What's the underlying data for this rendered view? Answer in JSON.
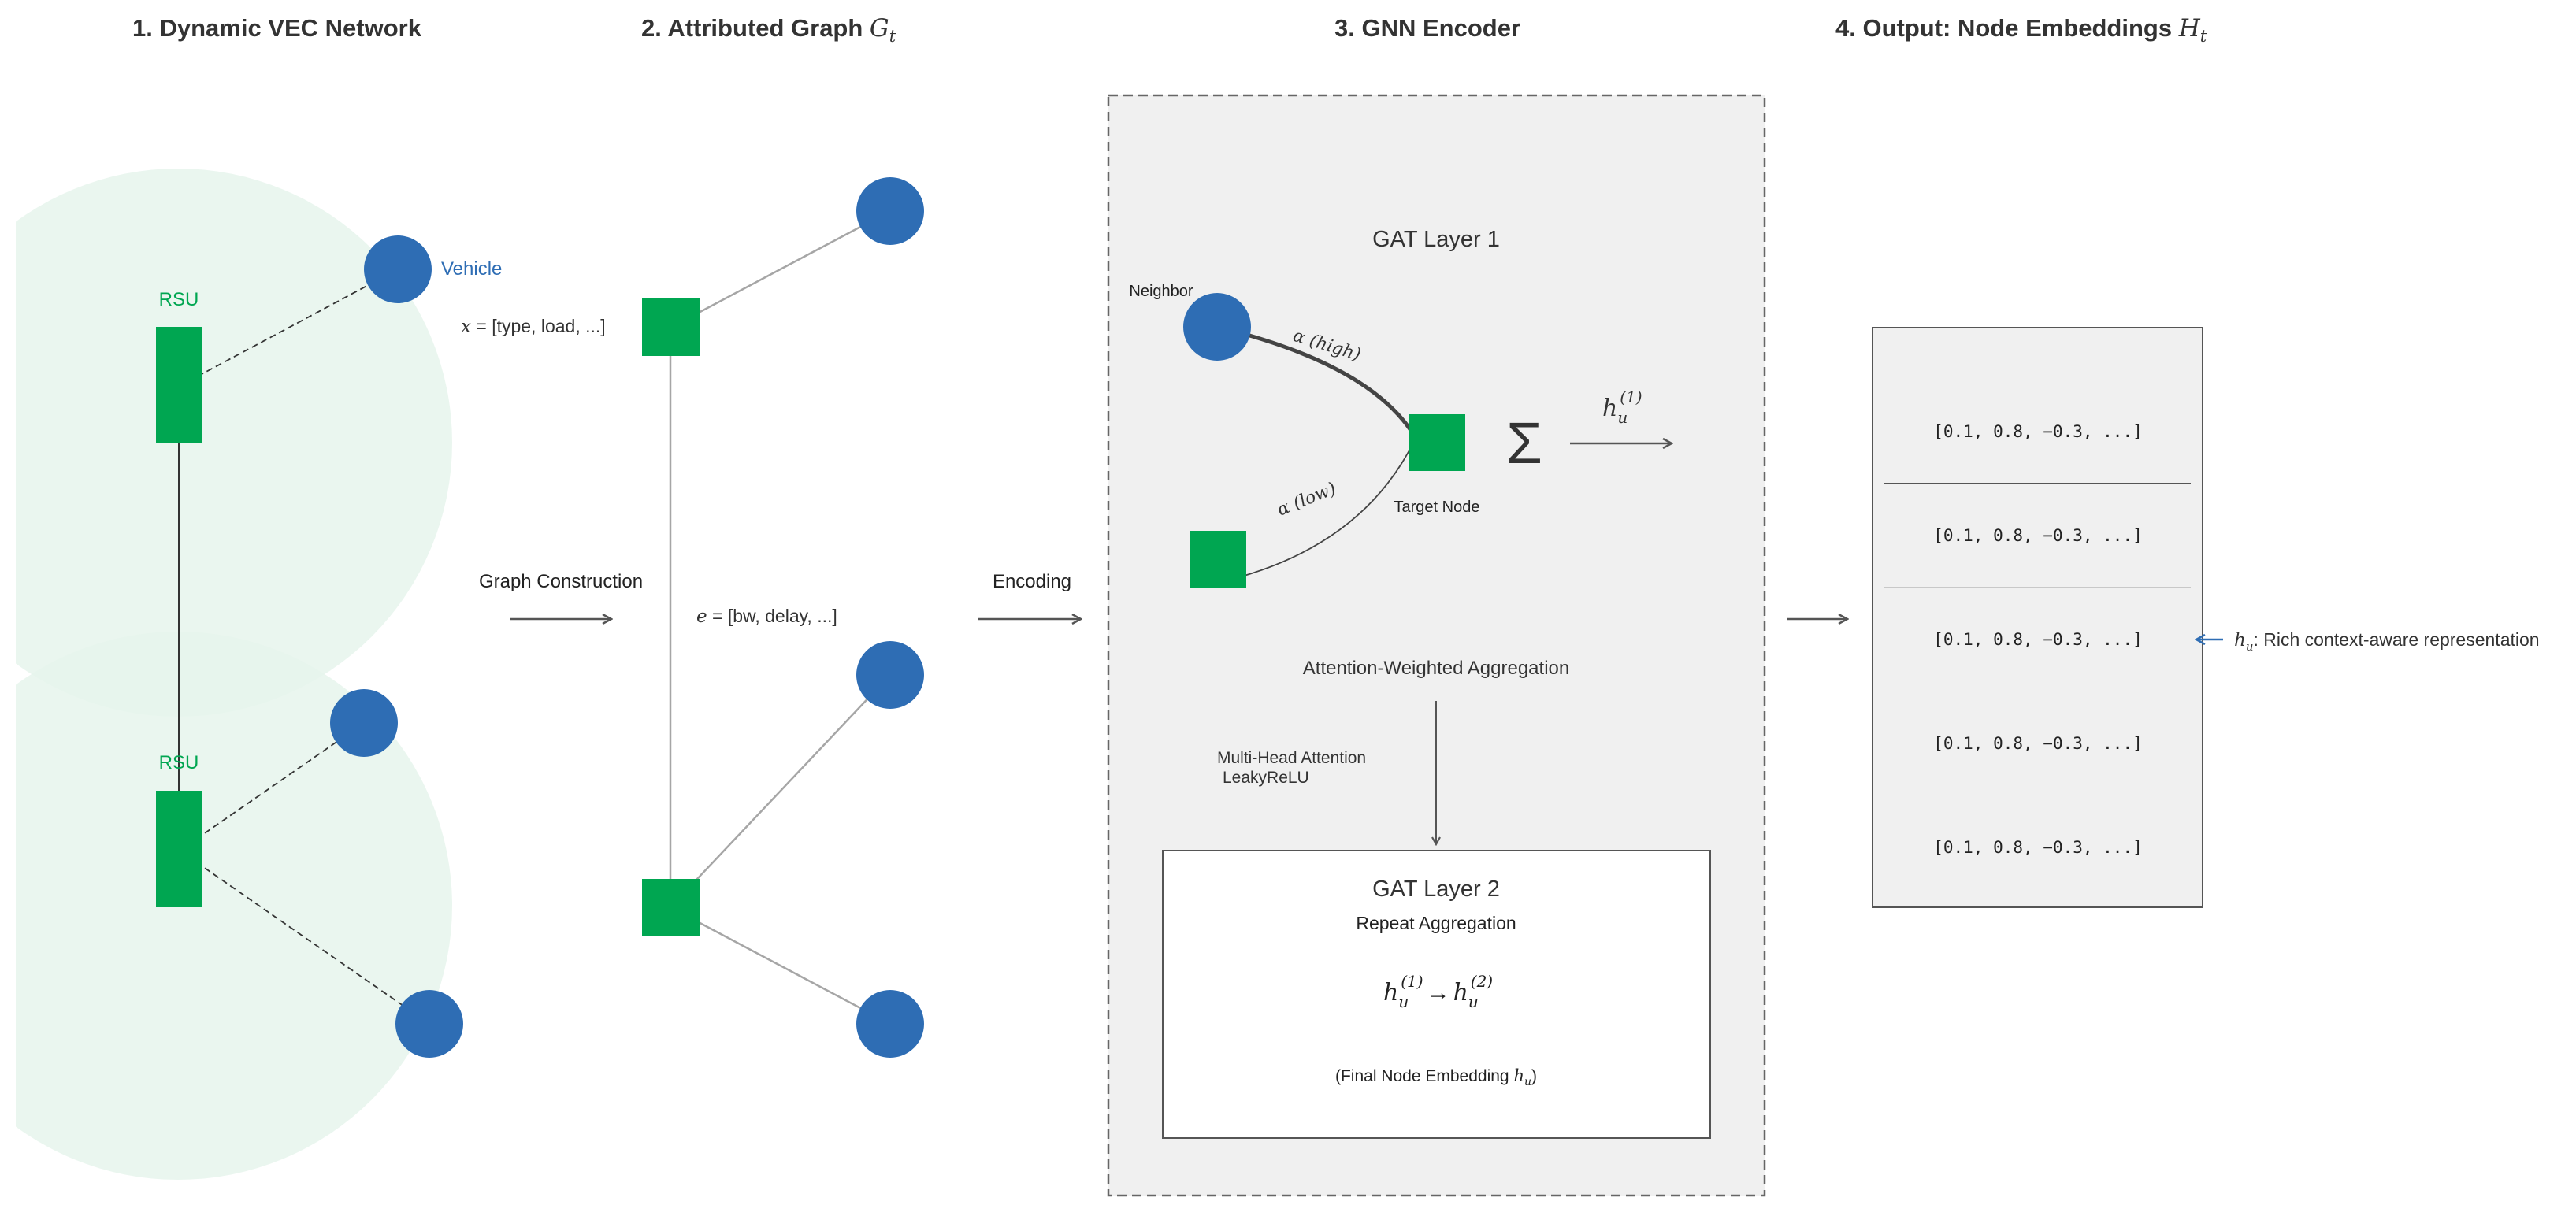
{
  "colors": {
    "node_blue": "#2e6db4",
    "node_green": "#00a651",
    "coverage_fill": "#e6f4ec",
    "panel_fill": "#f0f0f0",
    "edge_gray": "#a6a6a6",
    "text_dark": "#333333",
    "annotation_blue": "#2e6db4"
  },
  "headers": {
    "h1": "1. Dynamic VEC Network",
    "h2_text": "2. Attributed Graph ",
    "h2_sym": "G",
    "h2_sub": "t",
    "h3": "3. GNN Encoder",
    "h4_text": "4. Output: Node Embeddings ",
    "h4_sym": "H",
    "h4_sub": "t"
  },
  "network": {
    "rsu_label": "RSU",
    "vehicle_label": "Vehicle"
  },
  "graph": {
    "node_attr_sym": "x",
    "node_attr_text": " = [type, load, ...]",
    "edge_attr_sym": "e",
    "edge_attr_text": " = [bw, delay, ...]"
  },
  "transitions": {
    "construction": "Graph Construction",
    "encoding": "Encoding"
  },
  "encoder": {
    "layer1_title": "GAT Layer 1",
    "neighbor_label": "Neighbor",
    "target_label": "Target Node",
    "alpha_sym": "α",
    "alpha_high": " (high)",
    "alpha_low": " (low)",
    "sum_symbol": "Σ",
    "h_sym": "h",
    "h_sub": "u",
    "h1_sup": "(1)",
    "h2_sup": "(2)",
    "arrow_right": "→",
    "aggregation_label": "Attention-Weighted Aggregation",
    "attention_note_1": "Multi-Head Attention",
    "attention_note_2": "LeakyReLU",
    "layer2_title": "GAT Layer 2",
    "layer2_subtitle": "Repeat Aggregation",
    "final_embedding_text": "(Final Node Embedding ",
    "final_embedding_sym": "h",
    "final_embedding_sub": "u",
    "final_embedding_close": ")"
  },
  "output": {
    "rows": [
      "[0.1, 0.8, −0.3, ...]",
      "[0.1, 0.8, −0.3, ...]",
      "[0.1, 0.8, −0.3, ...]",
      "[0.1, 0.8, −0.3, ...]",
      "[0.1, 0.8, −0.3, ...]"
    ],
    "annotation_sym": "h",
    "annotation_sub": "u",
    "annotation_text": ": Rich context-aware representation"
  }
}
